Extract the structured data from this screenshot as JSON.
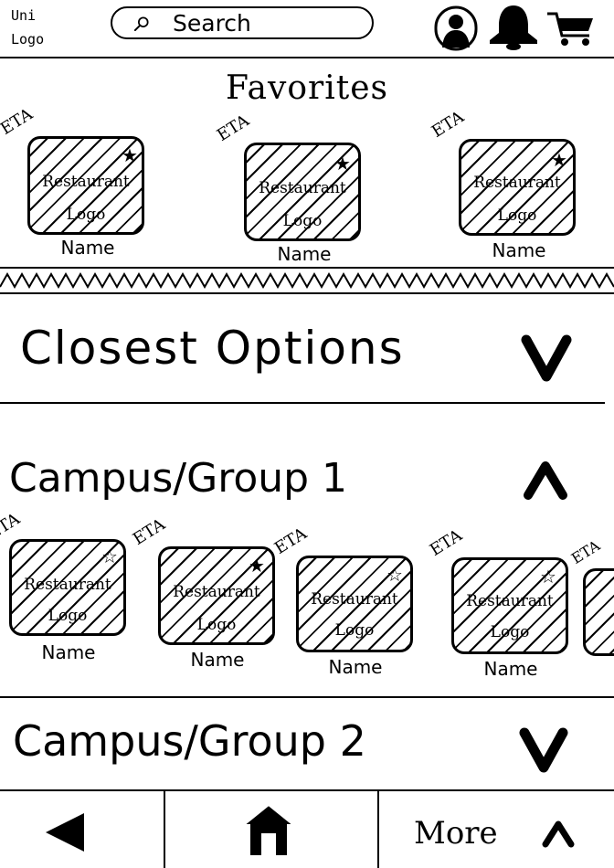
{
  "header": {
    "logo_line1": "Uni",
    "logo_line2": "Logo",
    "search_placeholder": "Search",
    "icons": [
      "profile-icon",
      "bell-icon",
      "cart-icon"
    ]
  },
  "favorites": {
    "title": "Favorites",
    "items": [
      {
        "eta": "ETA",
        "logo_line1": "Restaurant",
        "logo_line2": "Logo",
        "name": "Name",
        "star": "filled"
      },
      {
        "eta": "ETA",
        "logo_line1": "Restaurant",
        "logo_line2": "Logo",
        "name": "Name",
        "star": "filled"
      },
      {
        "eta": "ETA",
        "logo_line1": "Restaurant",
        "logo_line2": "Logo",
        "name": "Name",
        "star": "filled"
      }
    ]
  },
  "closest": {
    "title": "Closest Options",
    "state": "collapsed"
  },
  "group1": {
    "title": "Campus/Group 1",
    "state": "expanded",
    "items": [
      {
        "eta": "ETA",
        "logo_line1": "Restaurant",
        "logo_line2": "Logo",
        "name": "Name",
        "star": "outline"
      },
      {
        "eta": "ETA",
        "logo_line1": "Restaurant",
        "logo_line2": "Logo",
        "name": "Name",
        "star": "filled"
      },
      {
        "eta": "ETA",
        "logo_line1": "Restaurant",
        "logo_line2": "Logo",
        "name": "Name",
        "star": "outline"
      },
      {
        "eta": "ETA",
        "logo_line1": "Restaurant",
        "logo_line2": "Logo",
        "name": "Name",
        "star": "outline"
      },
      {
        "eta": "ETA"
      }
    ]
  },
  "group2": {
    "title": "Campus/Group 2",
    "state": "collapsed"
  },
  "bottom_nav": {
    "back_icon": "back-arrow-icon",
    "home_icon": "home-icon",
    "more_label": "More",
    "more_icon": "chevron-up-icon"
  },
  "colors": {
    "ink": "#000000",
    "paper": "#ffffff"
  }
}
